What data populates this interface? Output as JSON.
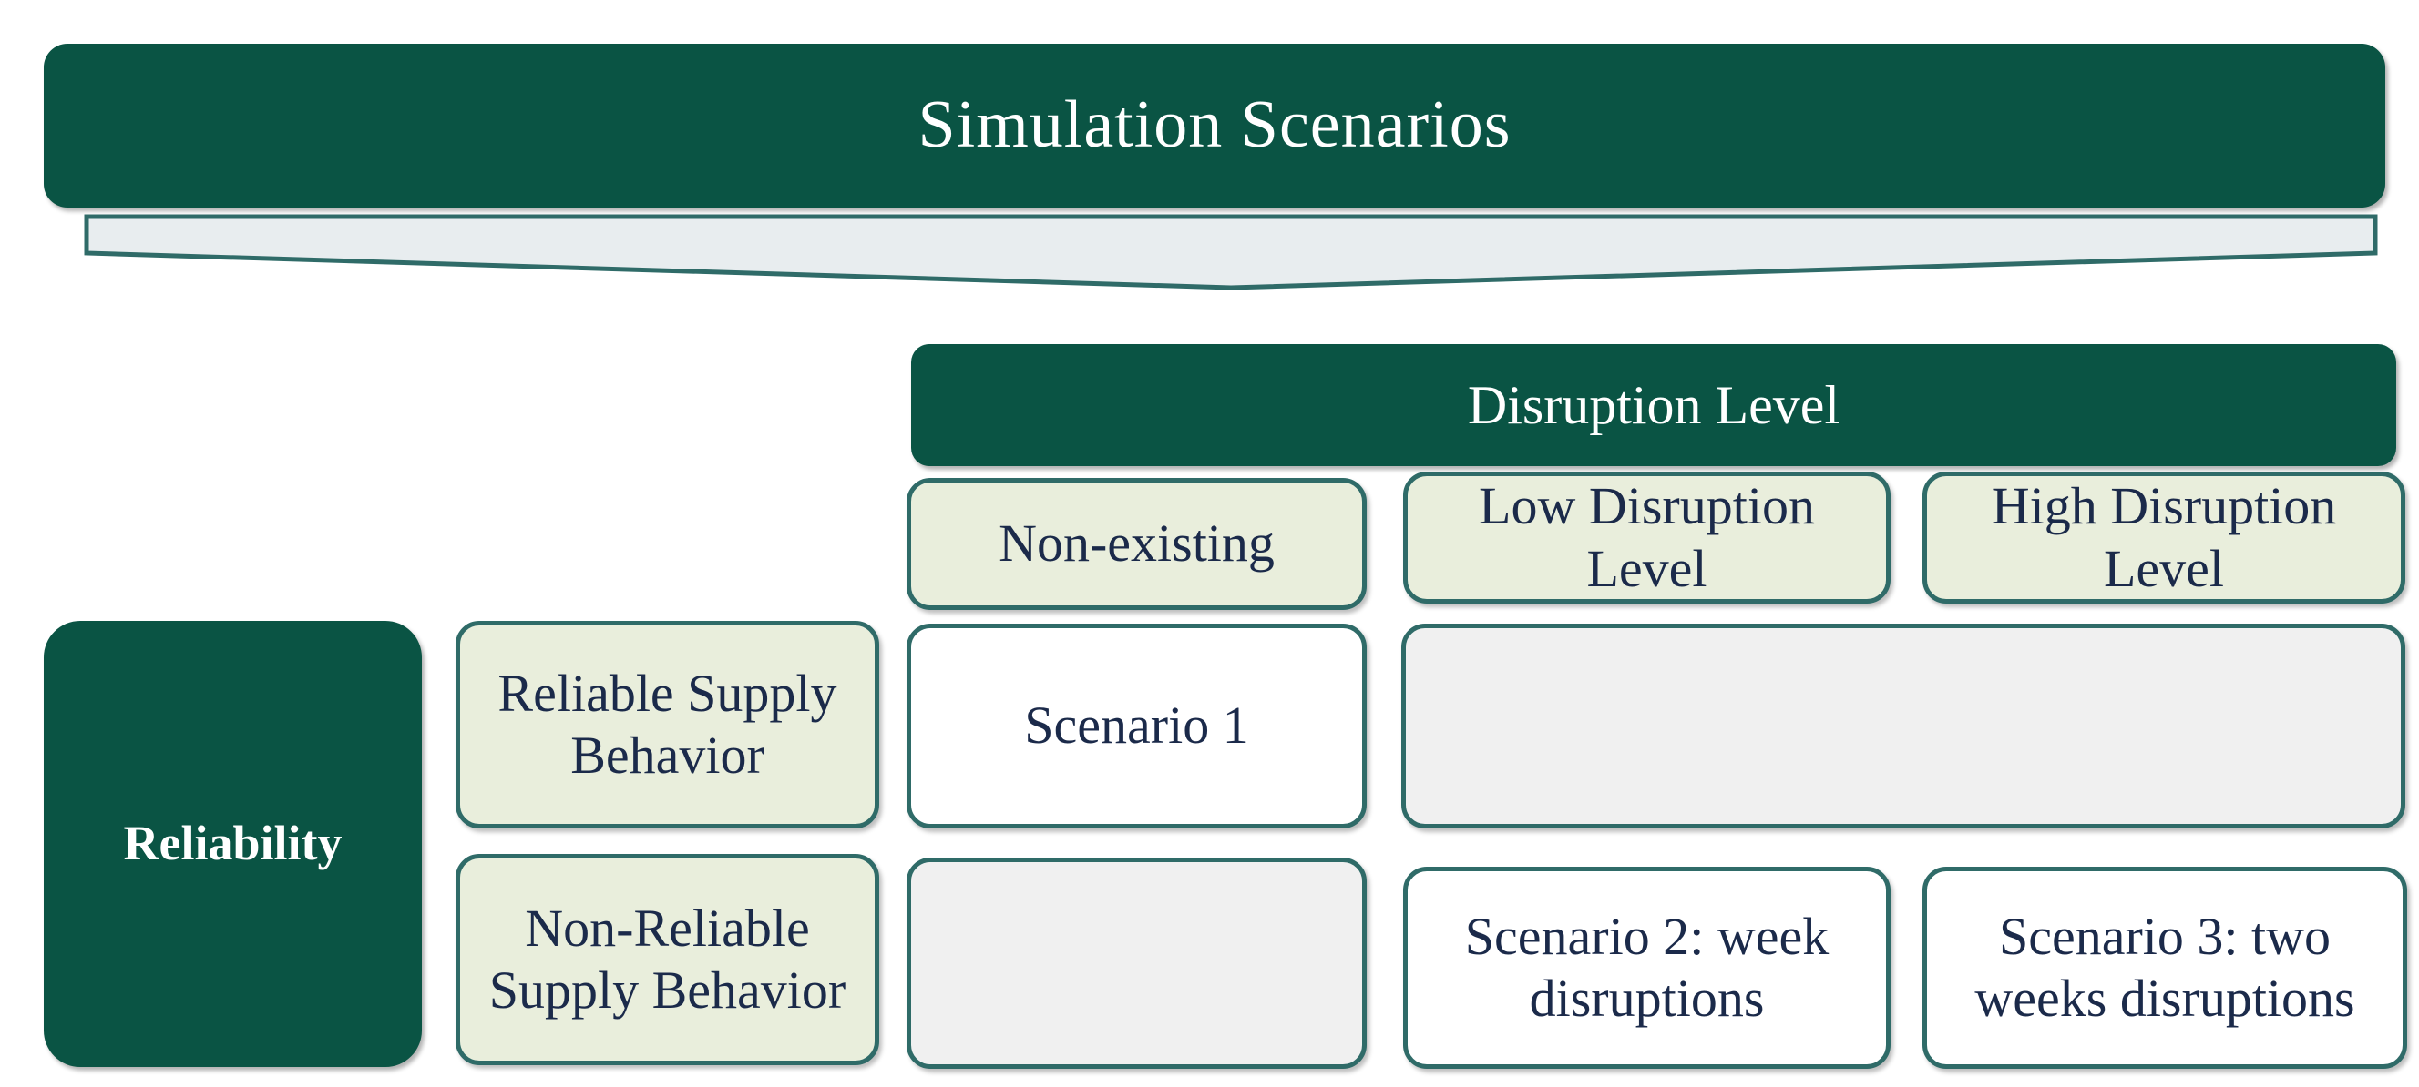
{
  "diagram": {
    "title": "Simulation Scenarios",
    "column_axis_title": "Disruption Level",
    "row_axis_title": "Reliability",
    "column_headers": [
      "Non-existing",
      "Low Disruption Level",
      "High Disruption Level"
    ],
    "row_headers": [
      "Reliable Supply Behavior",
      "Non-Reliable Supply Behavior"
    ],
    "cells": {
      "r1c1": "Scenario 1",
      "r1c2c3_merged": "",
      "r2c1": "",
      "r2c2": "Scenario 2: week disruptions",
      "r2c3": "Scenario 3: two weeks disruptions"
    },
    "colors": {
      "dark_green": "#0A5444",
      "pale_green": "#E9EEDC",
      "teal_border": "#2F6B68",
      "empty_gray": "#F0F0F0",
      "chevron_fill": "#E8EDEF",
      "text_navy": "#1B2A4A",
      "text_white": "#FFFFFF"
    }
  }
}
